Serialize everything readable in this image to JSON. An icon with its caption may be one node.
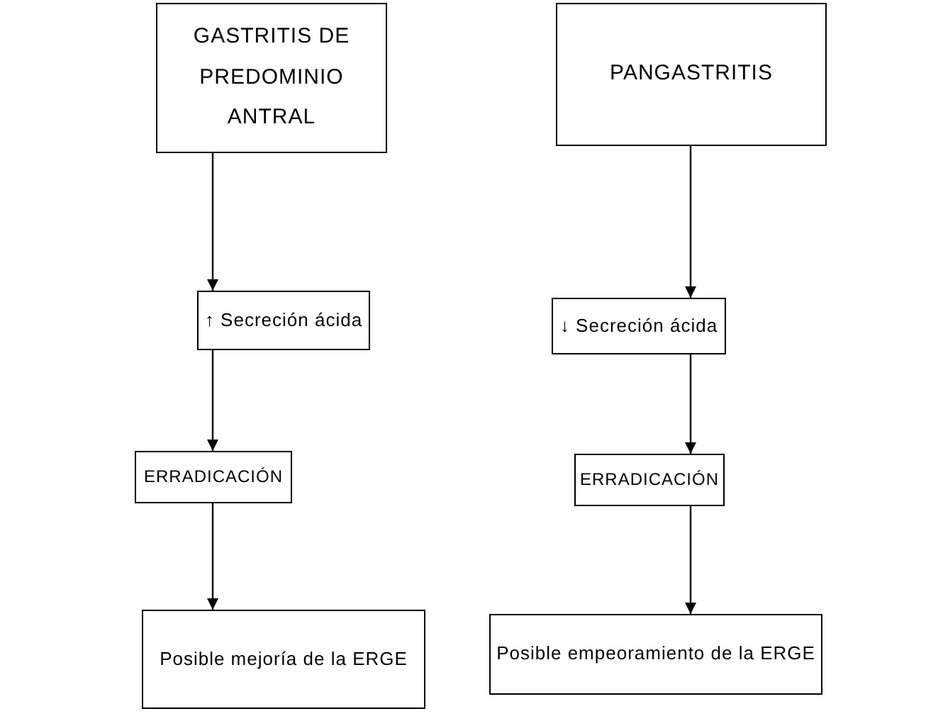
{
  "diagram": {
    "nodes": [
      {
        "text": [
          "GASTRITIS DE PREDOMINIO ANTRAL"
        ]
      },
      {
        "text": [
          "PANGASTRITIS"
        ]
      },
      {
        "text": [
          "↑ Secreción ácida"
        ]
      },
      {
        "text": [
          "↓ Secreción ácida"
        ]
      },
      {
        "text": [
          "ERRADICACIÓN"
        ]
      },
      {
        "text": [
          "ERRADICACIÓN"
        ]
      },
      {
        "text": [
          "Posible mejoría de la ERGE"
        ]
      },
      {
        "text": [
          "Posible empeoramiento de la ERGE"
        ]
      }
    ],
    "edges": [
      {
        "from": 0,
        "to": 2,
        "arrow": "to"
      },
      {
        "from": 2,
        "to": 4,
        "arrow": "to"
      },
      {
        "from": 4,
        "to": 6,
        "arrow": "to"
      },
      {
        "from": 1,
        "to": 3,
        "arrow": "to"
      },
      {
        "from": 3,
        "to": 5,
        "arrow": "to"
      },
      {
        "from": 5,
        "to": 7,
        "arrow": "to"
      }
    ]
  }
}
